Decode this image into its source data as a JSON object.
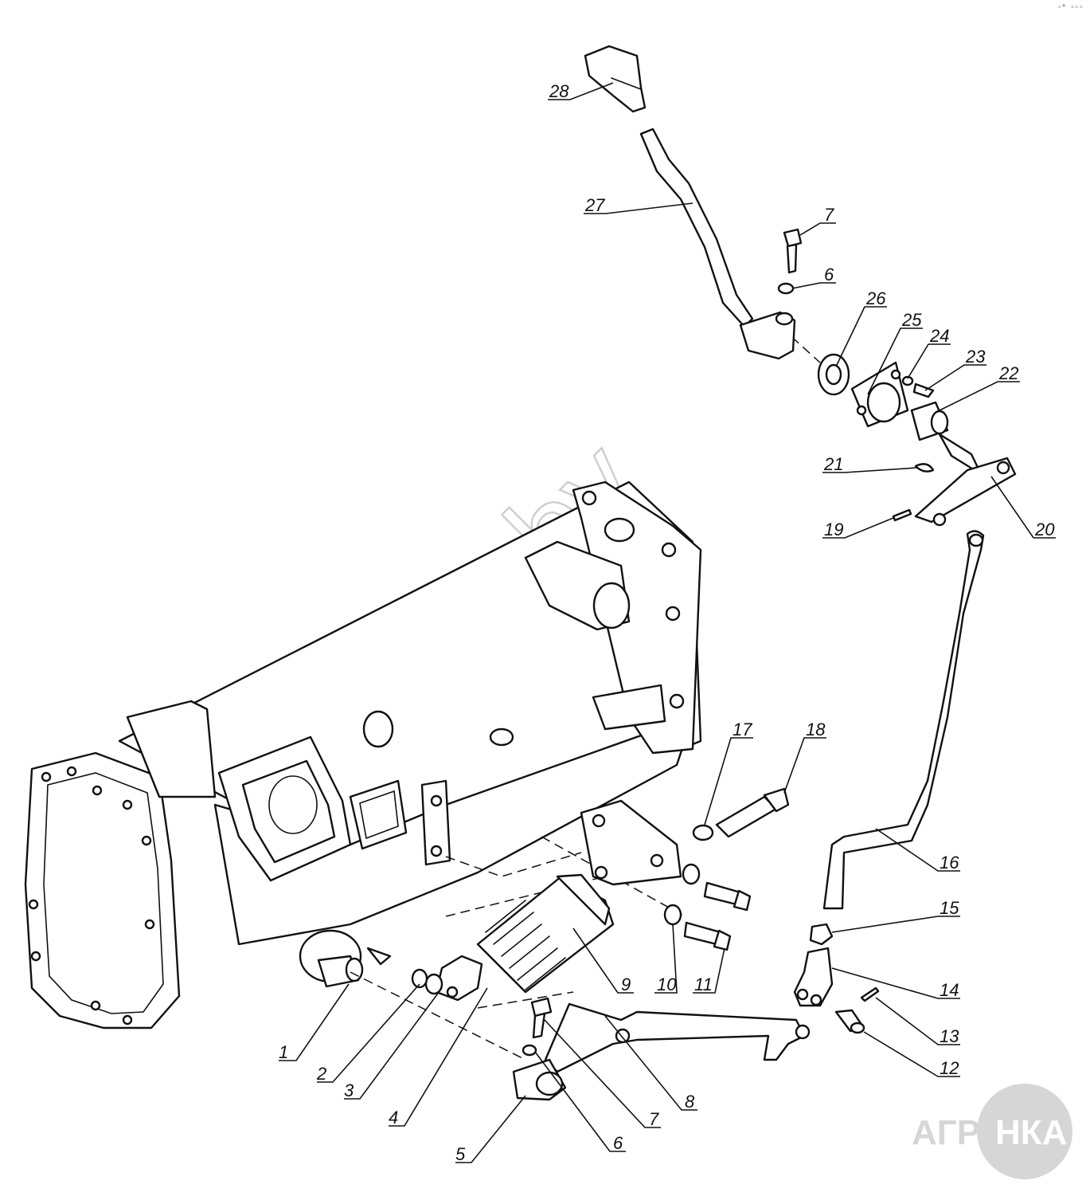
{
  "diagram": {
    "callouts": [
      {
        "id": "c1",
        "label": "1"
      },
      {
        "id": "c2",
        "label": "2"
      },
      {
        "id": "c3",
        "label": "3"
      },
      {
        "id": "c4",
        "label": "4"
      },
      {
        "id": "c5",
        "label": "5"
      },
      {
        "id": "c6a",
        "label": "6"
      },
      {
        "id": "c7a",
        "label": "7"
      },
      {
        "id": "c8",
        "label": "8"
      },
      {
        "id": "c9",
        "label": "9"
      },
      {
        "id": "c10",
        "label": "10"
      },
      {
        "id": "c11",
        "label": "11"
      },
      {
        "id": "c12",
        "label": "12"
      },
      {
        "id": "c13",
        "label": "13"
      },
      {
        "id": "c14",
        "label": "14"
      },
      {
        "id": "c15",
        "label": "15"
      },
      {
        "id": "c16",
        "label": "16"
      },
      {
        "id": "c17",
        "label": "17"
      },
      {
        "id": "c18",
        "label": "18"
      },
      {
        "id": "c19",
        "label": "19"
      },
      {
        "id": "c20",
        "label": "20"
      },
      {
        "id": "c21",
        "label": "21"
      },
      {
        "id": "c22",
        "label": "22"
      },
      {
        "id": "c23",
        "label": "23"
      },
      {
        "id": "c24",
        "label": "24"
      },
      {
        "id": "c25",
        "label": "25"
      },
      {
        "id": "c26",
        "label": "26"
      },
      {
        "id": "c27",
        "label": "27"
      },
      {
        "id": "c28",
        "label": "28"
      },
      {
        "id": "c6b",
        "label": "6"
      },
      {
        "id": "c7b",
        "label": "7"
      }
    ]
  },
  "watermark": {
    "text": "nkar.by"
  },
  "logo": {
    "left": "АГРО",
    "right": "НКА"
  },
  "corner_mark": "◦° ◦◦◦",
  "colors": {
    "line": "#111111",
    "background": "#ffffff",
    "watermark": "#cfcfcf",
    "logo": "#d6d6d6"
  }
}
